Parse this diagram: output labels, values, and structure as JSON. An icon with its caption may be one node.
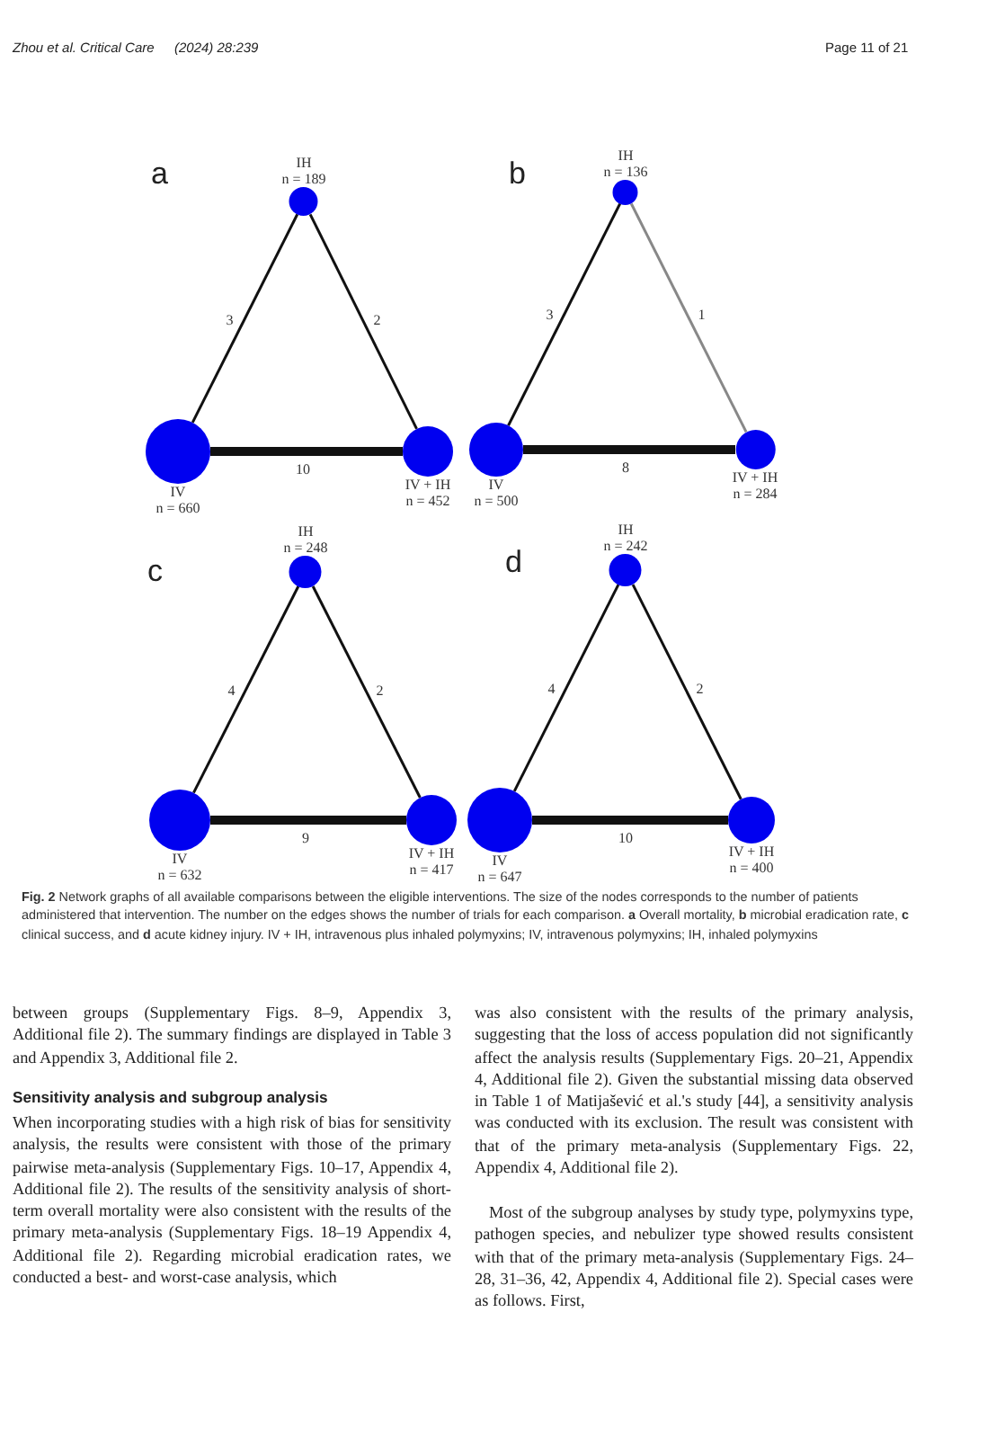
{
  "diagram": {
    "caption": "**Fig. 2** Network graphs of all available comparisons between the eligible interventions. The size of the nodes corresponds to the number of patients administered that intervention. The number on the edges shows the number of trials for each comparison. **a** Overall mortality, **b** microbial eradication rate, **c** clinical success, and **d** acute kidney injury. IV + IH, intravenous plus inhaled polymyxins; IV, intravenous polymyxins; IH, inhaled polymyxins",
    "nodes": [
      {
        "text": [
          "IH",
          "n = 189"
        ]
      },
      {
        "text": [
          "IV",
          "n = 660"
        ]
      },
      {
        "text": [
          "IV + IH",
          "n = 452"
        ]
      },
      {
        "text": [
          "IH",
          "n = 136"
        ]
      },
      {
        "text": [
          "IV",
          "n = 500"
        ]
      },
      {
        "text": [
          "IV + IH",
          "n = 284"
        ]
      },
      {
        "text": [
          "IH",
          "n = 248"
        ]
      },
      {
        "text": [
          "IV",
          "n = 632"
        ]
      },
      {
        "text": [
          "IV + IH",
          "n = 417"
        ]
      },
      {
        "text": [
          "IH",
          "n = 242"
        ]
      },
      {
        "text": [
          "IV",
          "n = 647"
        ]
      },
      {
        "text": [
          "IV + IH",
          "n = 400"
        ]
      }
    ],
    "edges": [
      {
        "from": 1,
        "to": 0,
        "arrow": "none",
        "label": "3"
      },
      {
        "from": 0,
        "to": 2,
        "arrow": "none",
        "label": "2"
      },
      {
        "from": 1,
        "to": 2,
        "arrow": "none",
        "label": "10",
        "style": "thick"
      },
      {
        "from": 4,
        "to": 3,
        "arrow": "none",
        "label": "3"
      },
      {
        "from": 3,
        "to": 5,
        "arrow": "none",
        "label": "1",
        "color": "#888888"
      },
      {
        "from": 4,
        "to": 5,
        "arrow": "none",
        "label": "8",
        "style": "thick"
      },
      {
        "from": 7,
        "to": 6,
        "arrow": "none",
        "label": "4"
      },
      {
        "from": 6,
        "to": 8,
        "arrow": "none",
        "label": "2"
      },
      {
        "from": 7,
        "to": 8,
        "arrow": "none",
        "label": "9",
        "style": "thick"
      },
      {
        "from": 10,
        "to": 9,
        "arrow": "none",
        "label": "4"
      },
      {
        "from": 9,
        "to": 11,
        "arrow": "none",
        "label": "2"
      },
      {
        "from": 10,
        "to": 11,
        "arrow": "none",
        "label": "10",
        "style": "thick"
      }
    ],
    "labels": [
      "Zhou et al. Critical Care",
      "(2024) 28:239",
      "Page 11 of 21",
      "a",
      "b",
      "c",
      "d",
      "between groups (Supplementary Figs. 8–9, Appendix 3, Additional file 2). The summary findings are displayed in Table 3 and Appendix 3, Additional file 2.",
      "Sensitivity analysis and subgroup analysis",
      "When incorporating studies with a high risk of bias for sensitivity analysis, the results were consistent with those of the primary pairwise meta-analysis (Supplementary Figs. 10–17, Appendix 4, Additional file 2). The results of the sensitivity analysis of short-term overall mortality were also consistent with the results of the primary meta-analysis (Supplementary Figs. 18–19 Appendix 4, Additional file 2). Regarding microbial eradication rates, we conducted a best- and worst-case analysis, which",
      "was also consistent with the results of the primary analysis, suggesting that the loss of access population did not significantly affect the analysis results (Supplementary Figs. 20–21, Appendix 4, Additional file 2). Given the substantial missing data observed in Table 1 of Matijašević et al.'s study [44], a sensitivity analysis was conducted with its exclusion. The result was consistent with that of the primary meta-analysis (Supplementary Figs. 22, Appendix 4, Additional file 2).",
      "Most of the subgroup analyses by study type, polymyxins type, pathogen species, and nebulizer type showed results consistent with that of the primary meta-analysis (Supplementary Figs. 24–28, 31–36, 42, Appendix 4, Additional file 2). Special cases were as follows. First,"
    ]
  }
}
